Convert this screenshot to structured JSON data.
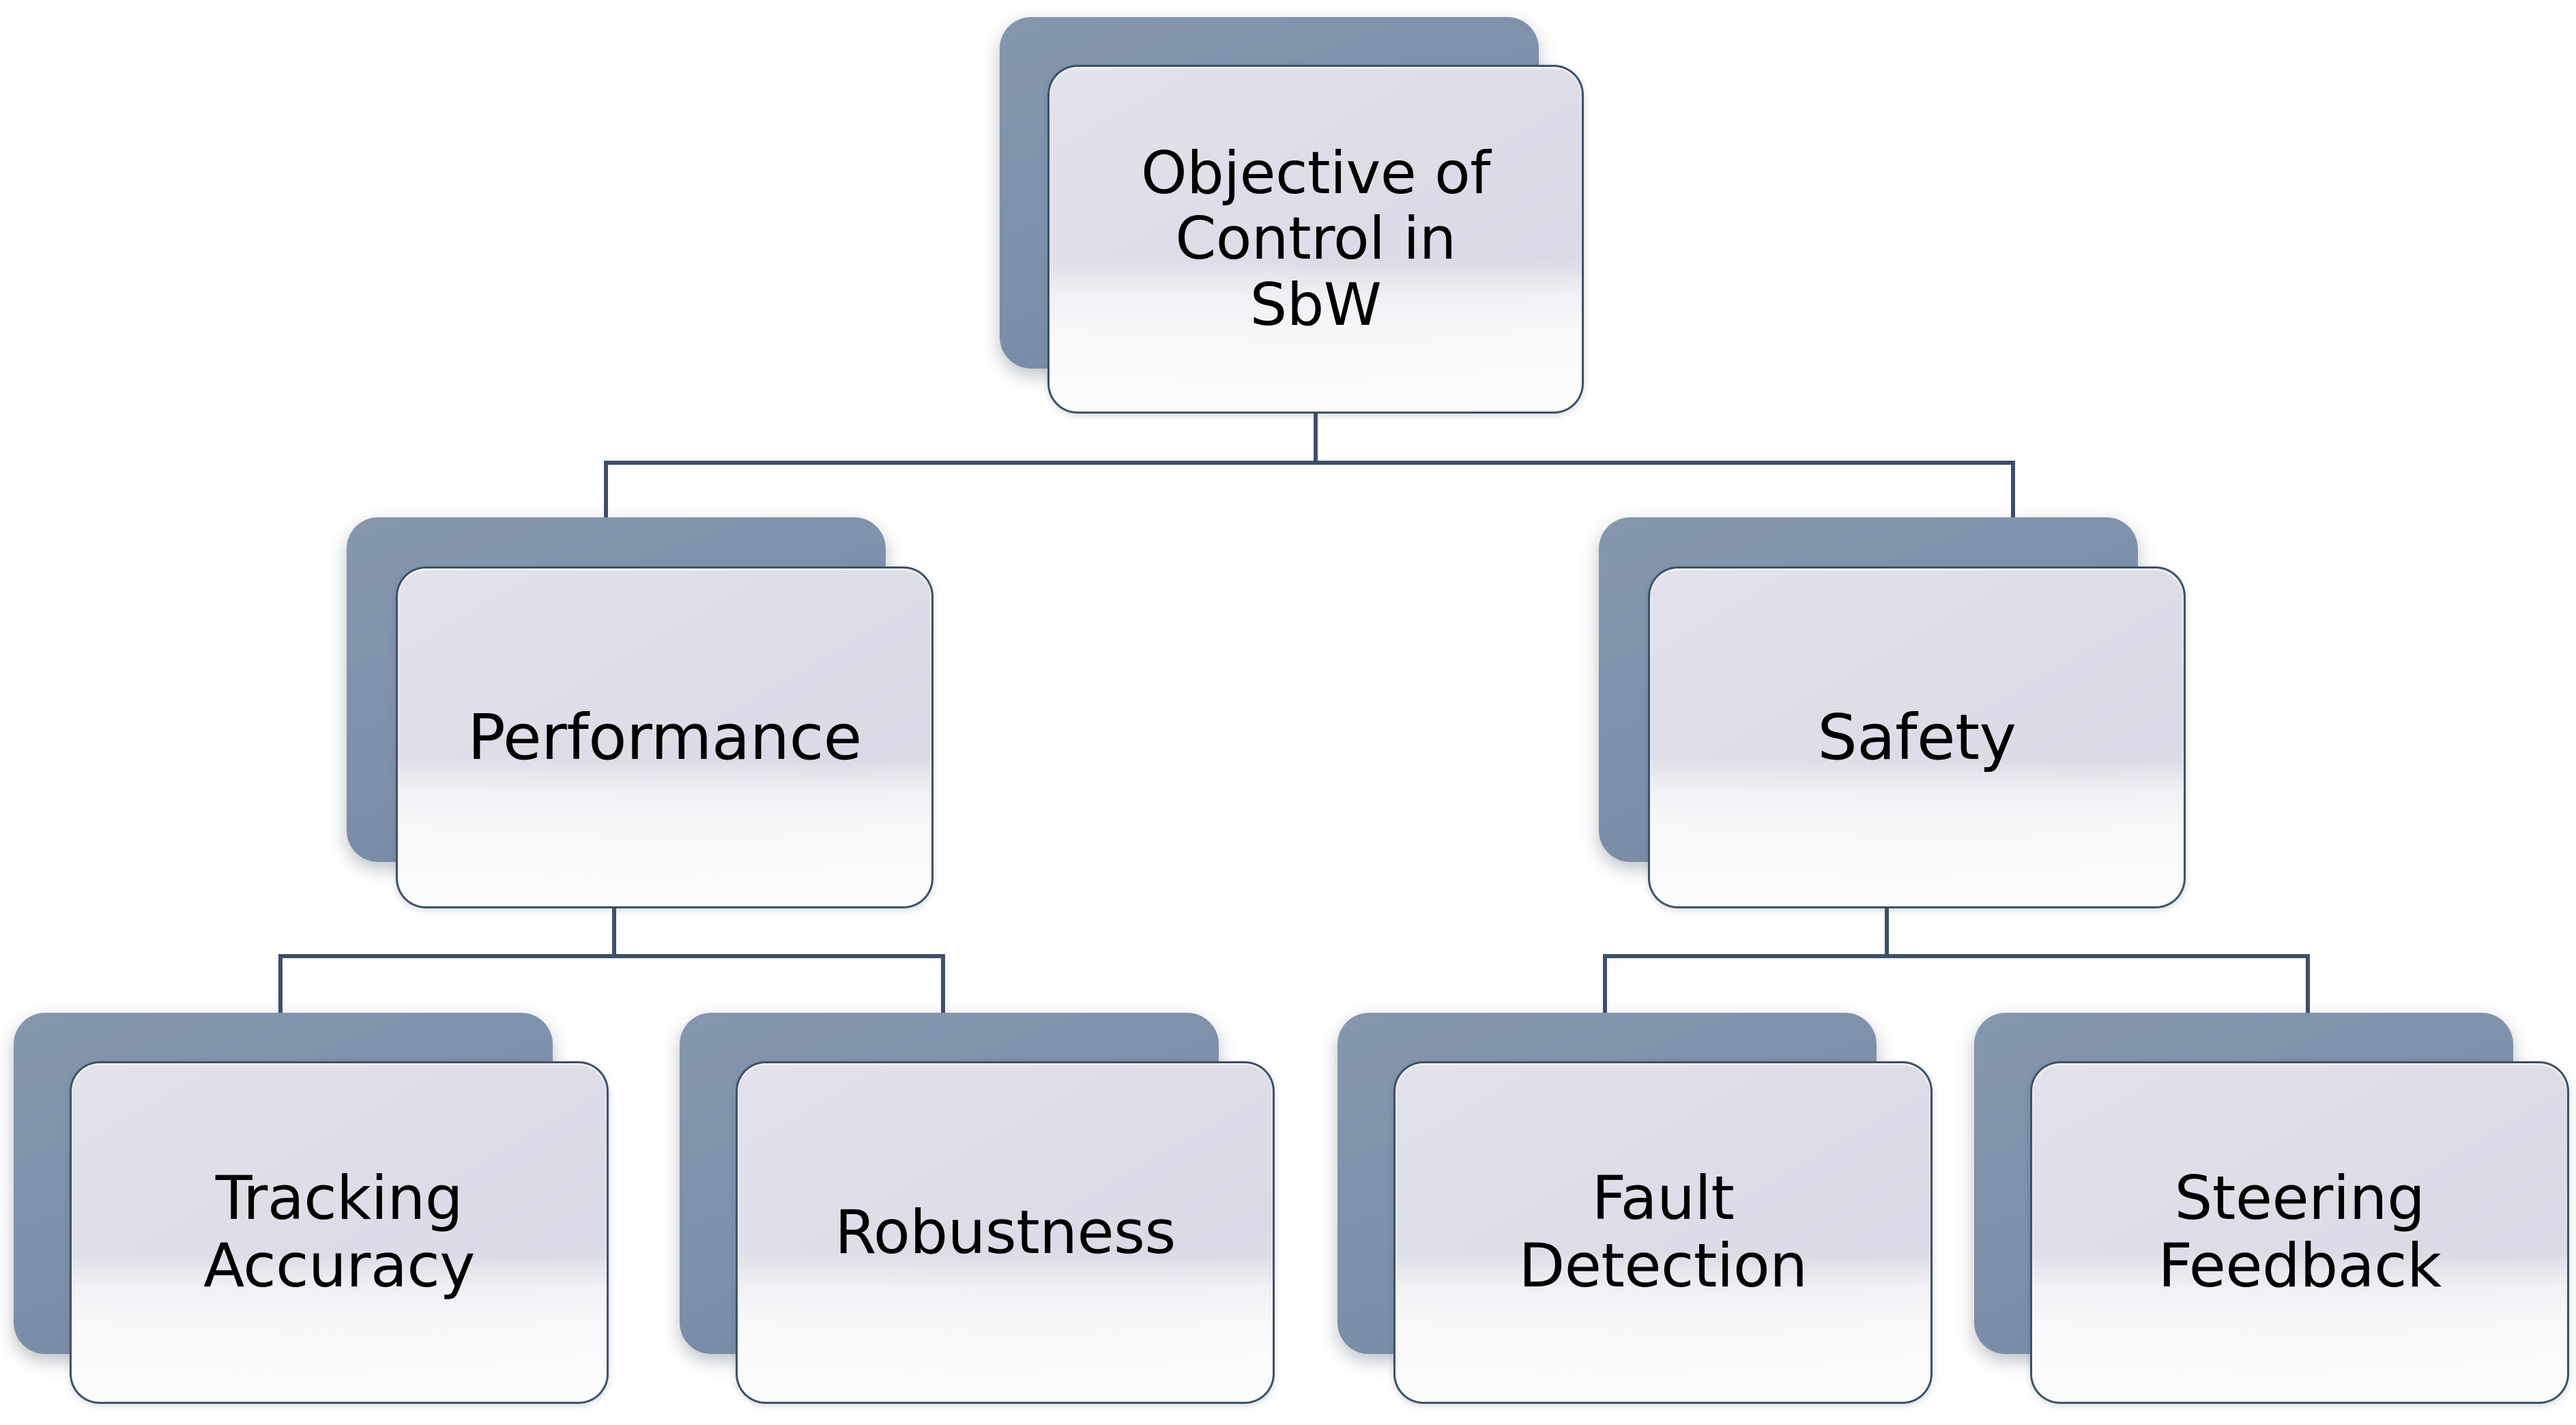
{
  "diagram": {
    "title": "Objective of Control in SbW",
    "type": "hierarchy-tree",
    "background_color": "#ffffff",
    "connector_color": "#3d5068",
    "node_shadow_color": "#7d8fa9",
    "node_fill_color": "#dedee9",
    "node_border_color": "#3d5068",
    "text_color": "#000000"
  },
  "nodes": {
    "root": {
      "label": "Objective of\nControl in\nSbW"
    },
    "level2": [
      {
        "id": "performance",
        "label": "Performance"
      },
      {
        "id": "safety",
        "label": "Safety"
      }
    ],
    "level3": [
      {
        "id": "tracking-accuracy",
        "label": "Tracking\nAccuracy",
        "parent": "performance"
      },
      {
        "id": "robustness",
        "label": "Robustness",
        "parent": "performance"
      },
      {
        "id": "fault-detection",
        "label": "Fault\nDetection",
        "parent": "safety"
      },
      {
        "id": "steering-feedback",
        "label": "Steering\nFeedback",
        "parent": "safety"
      }
    ]
  },
  "edges": [
    {
      "from": "root",
      "to": "performance"
    },
    {
      "from": "root",
      "to": "safety"
    },
    {
      "from": "performance",
      "to": "tracking-accuracy"
    },
    {
      "from": "performance",
      "to": "robustness"
    },
    {
      "from": "safety",
      "to": "fault-detection"
    },
    {
      "from": "safety",
      "to": "steering-feedback"
    }
  ]
}
